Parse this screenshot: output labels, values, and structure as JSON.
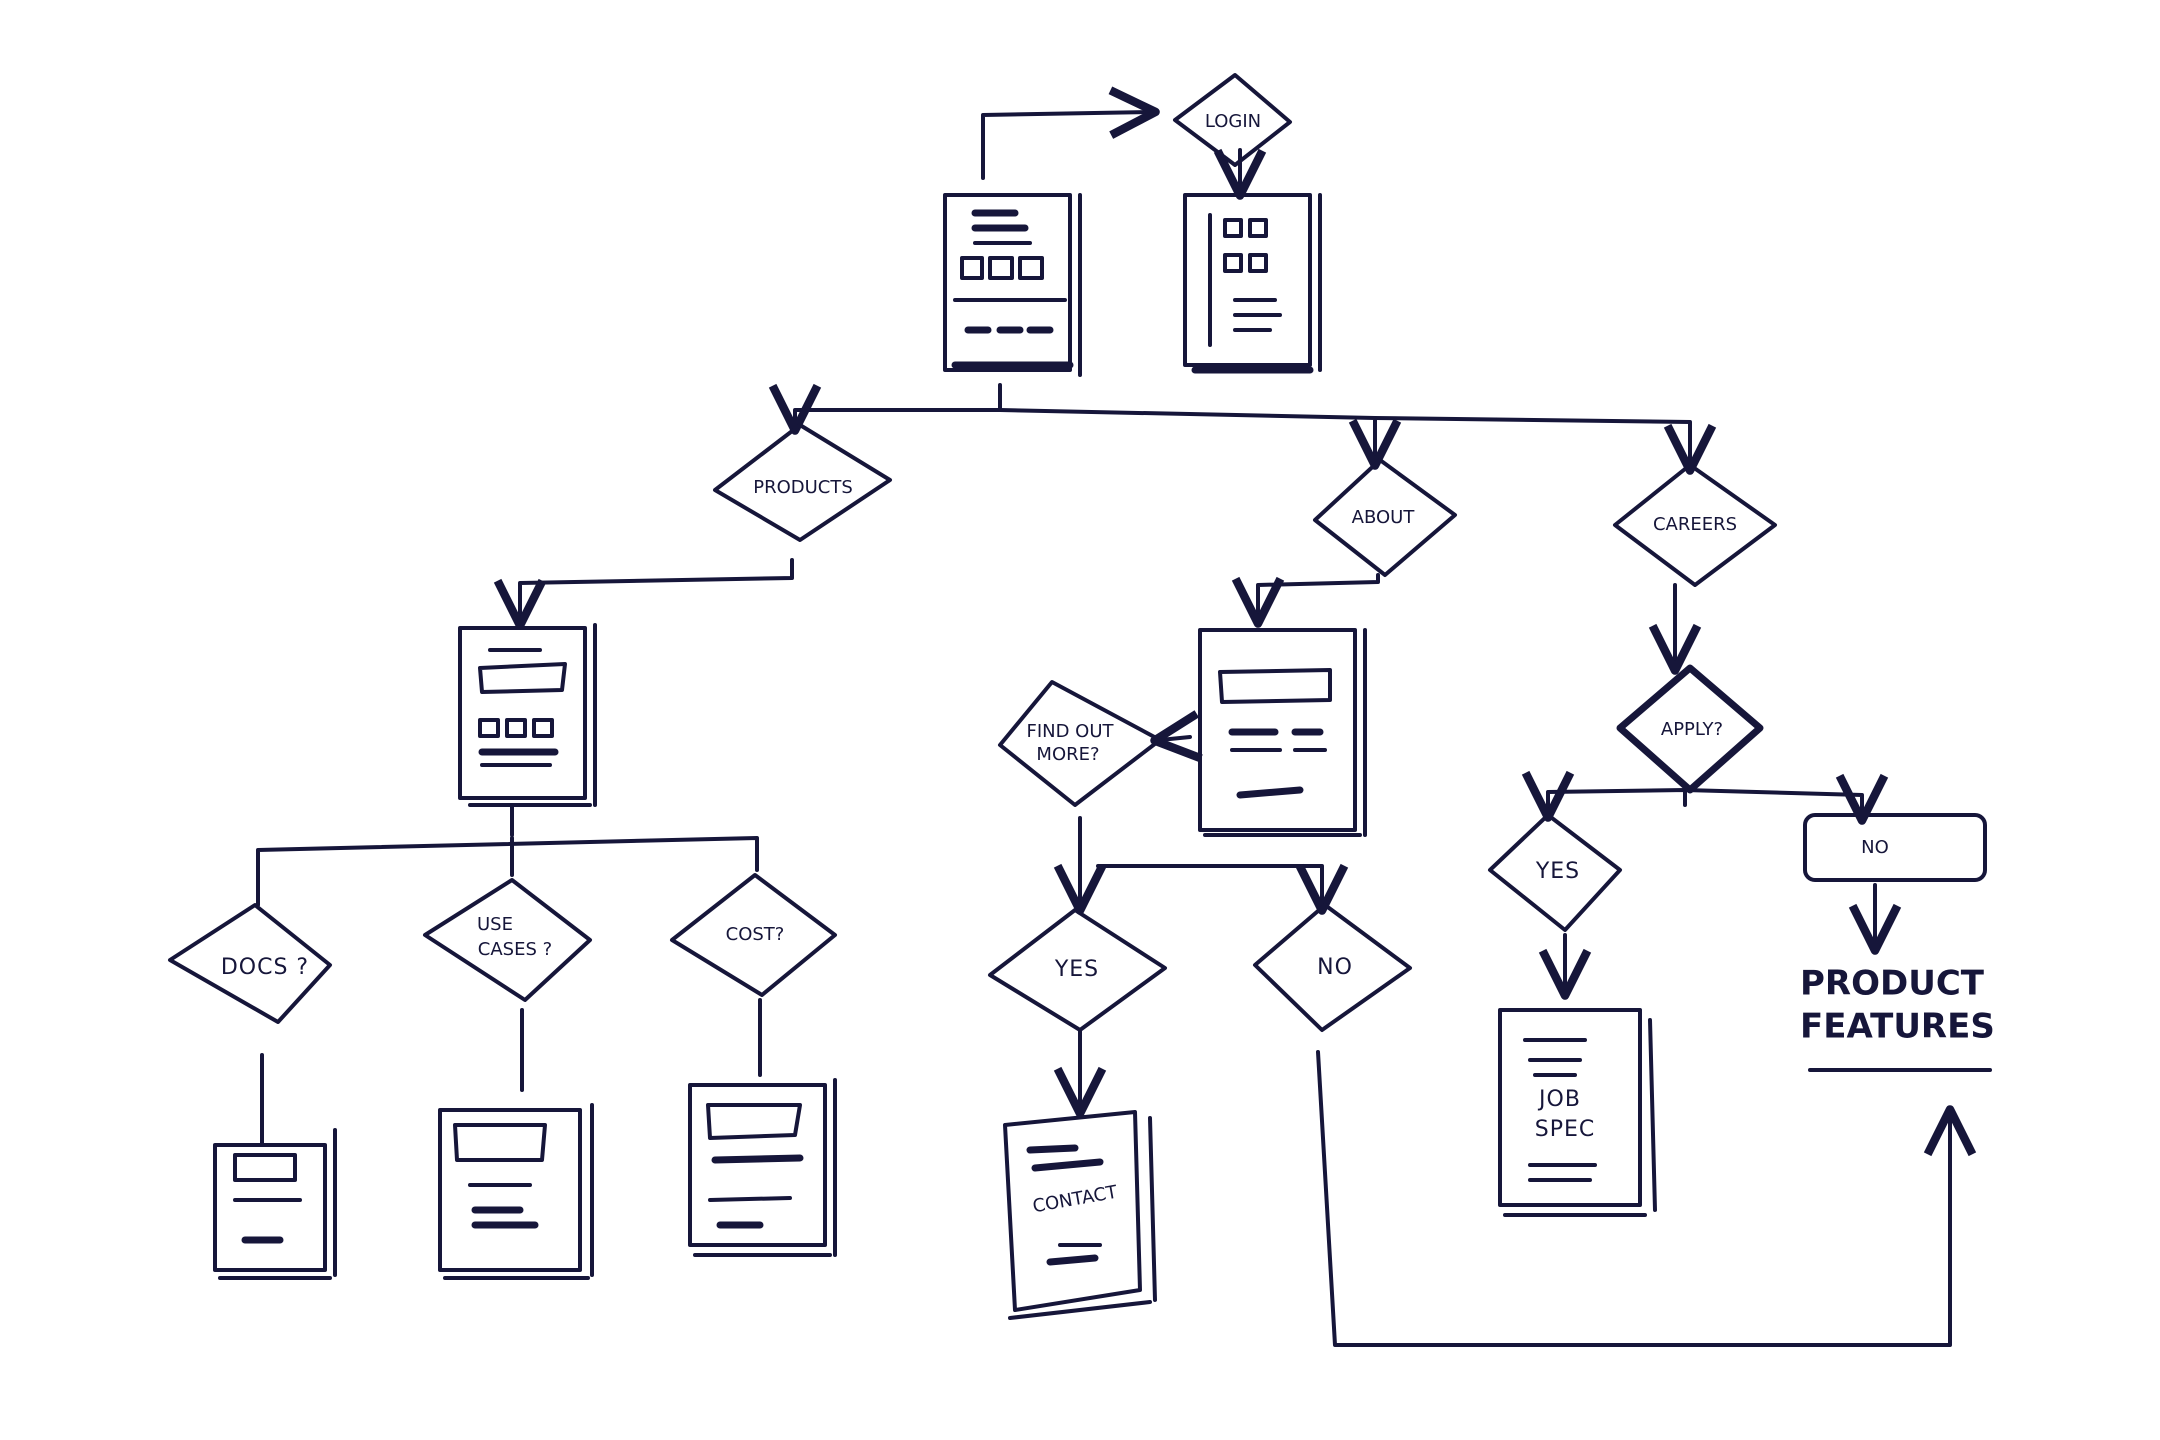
{
  "diagram": {
    "nodes": {
      "login": "LOGIN",
      "products": "PRODUCTS",
      "about": "ABOUT",
      "careers": "CAREERS",
      "docs": "DOCS ?",
      "use_cases_line1": "USE",
      "use_cases_line2": "CASES ?",
      "cost": "COST?",
      "find_out_more_line1": "FIND OUT",
      "find_out_more_line2": "MORE?",
      "about_yes": "YES",
      "about_no": "NO",
      "apply": "APPLY?",
      "apply_yes": "YES",
      "apply_no": "NO",
      "contact_page": "CONTACT",
      "job_spec_line1": "JOB",
      "job_spec_line2": "SPEC",
      "product_features_line1": "PRODUCT",
      "product_features_line2": "FEATURES"
    }
  },
  "colors": {
    "ink": "#16163a",
    "paper": "#ffffff"
  }
}
